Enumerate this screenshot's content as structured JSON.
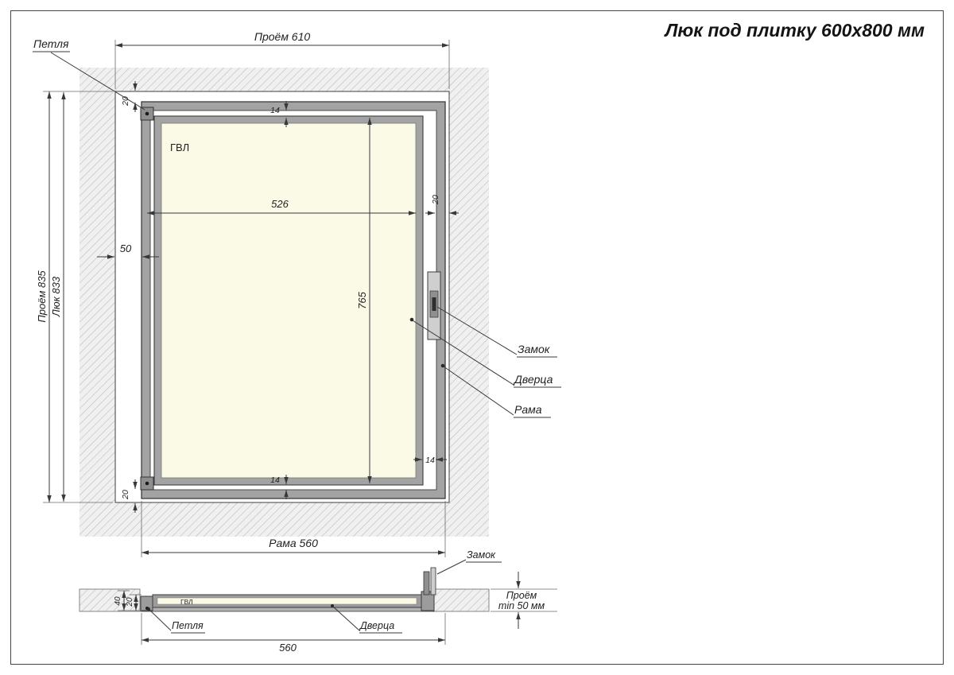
{
  "title": "Люк под плитку 600х800 мм",
  "front": {
    "dim_opening_w": "Проём 610",
    "dim_opening_h": "Проём 835",
    "dim_hatch_h": "Люк 833",
    "dim_inner_w": "526",
    "dim_inner_h": "765",
    "dim_offset": "50",
    "gap": "14",
    "edge": "20",
    "dim_frame": "Рама 560",
    "label_hinge": "Петля",
    "label_board": "ГВЛ",
    "label_lock": "Замок",
    "label_door": "Дверца",
    "label_frame": "Рама"
  },
  "section": {
    "label_lock": "Замок",
    "label_hinge": "Петля",
    "label_door": "Дверца",
    "label_board": "ГВЛ",
    "dim_depth_total": "40",
    "dim_depth_panel": "20",
    "dim_width": "560",
    "clearance_line1": "Проём",
    "clearance_line2": "min 50 мм"
  },
  "colors": {
    "wall_fill": "#f0f0f0",
    "wall_hatch": "#bdbdbd",
    "metal_gray": "#a3a3a3",
    "board_cream": "#fbfae7",
    "line": "#383838",
    "text": "#222222"
  }
}
